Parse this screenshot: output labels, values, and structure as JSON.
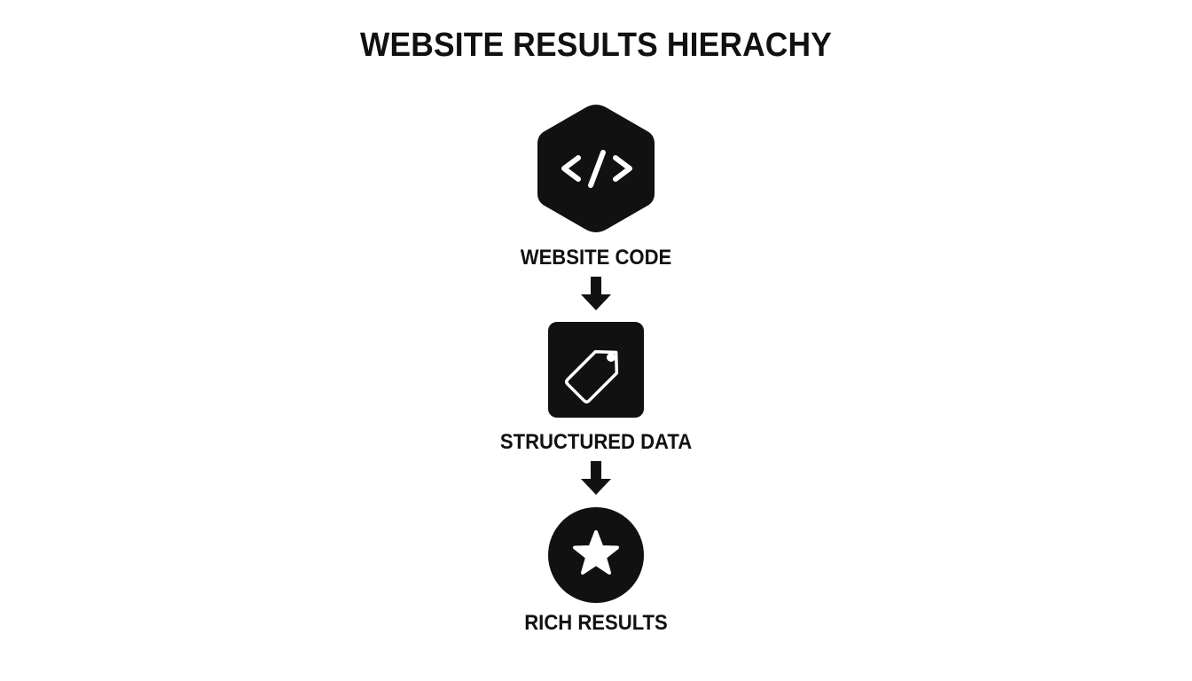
{
  "diagram": {
    "title": "WEBSITE RESULTS HIERACHY",
    "nodes": [
      {
        "label": "WEBSITE CODE",
        "icon": "code-icon",
        "shape": "hexagon"
      },
      {
        "label": "STRUCTURED DATA",
        "icon": "tag-icon",
        "shape": "rounded-square"
      },
      {
        "label": "RICH RESULTS",
        "icon": "star-icon",
        "shape": "circle"
      }
    ],
    "edges": [
      {
        "from": "WEBSITE CODE",
        "to": "STRUCTURED DATA"
      },
      {
        "from": "STRUCTURED DATA",
        "to": "RICH RESULTS"
      }
    ],
    "colors": {
      "ink": "#111111",
      "background": "#ffffff"
    }
  }
}
